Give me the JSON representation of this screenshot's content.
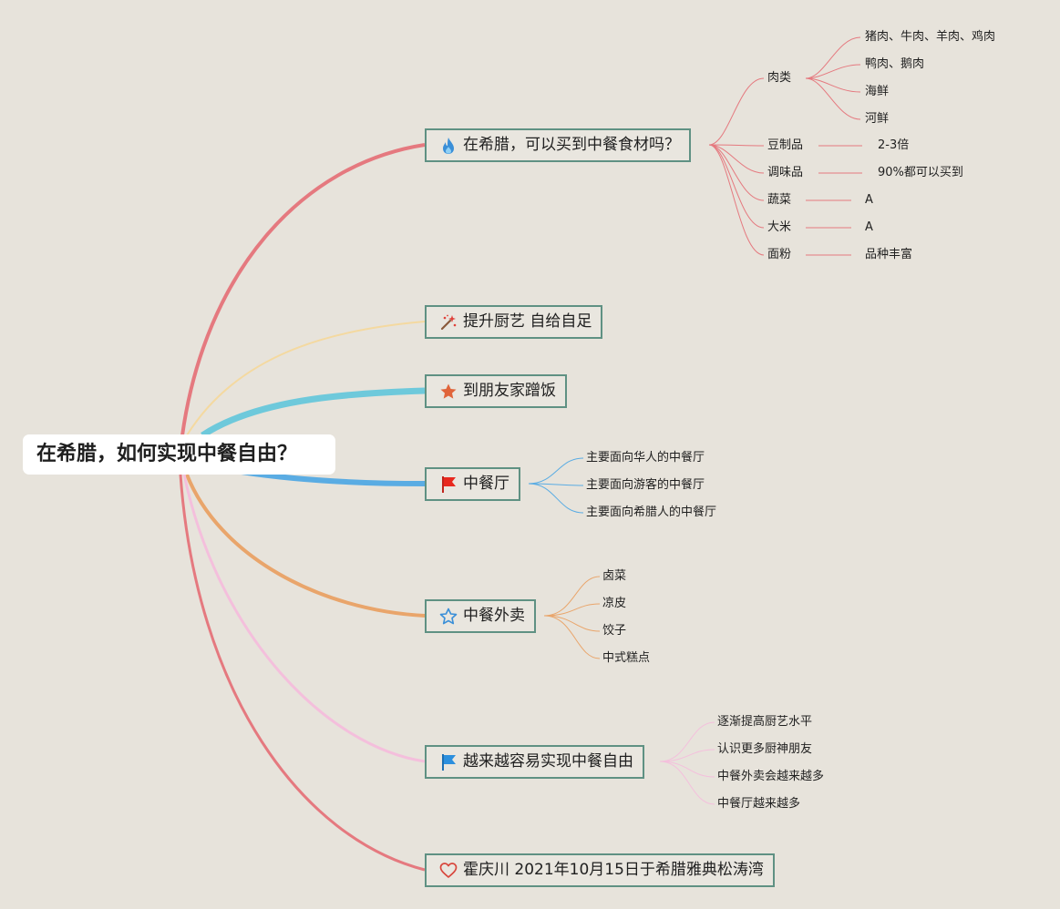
{
  "root": {
    "title": "在希腊，如何实现中餐自由？"
  },
  "branches": [
    {
      "label": "在希腊，可以买到中餐食材吗？",
      "icon": "fire-icon",
      "color": "#e5797f",
      "children": [
        {
          "label": "肉类",
          "children": [
            "猪肉、牛肉、羊肉、鸡肉",
            "鸭肉、鹅肉",
            "海鲜",
            "河鲜"
          ]
        },
        {
          "label": "豆制品",
          "children": [
            "2-3倍"
          ]
        },
        {
          "label": "调味品",
          "children": [
            "90%都可以买到"
          ]
        },
        {
          "label": "蔬菜",
          "children": [
            "A"
          ]
        },
        {
          "label": "大米",
          "children": [
            "A"
          ]
        },
        {
          "label": "面粉",
          "children": [
            "品种丰富"
          ]
        }
      ]
    },
    {
      "label": "提升厨艺 自给自足",
      "icon": "magic-wand-icon",
      "color": "#f4d9a0",
      "children": []
    },
    {
      "label": "到朋友家蹭饭",
      "icon": "star-filled-icon",
      "color": "#6ec9db",
      "children": []
    },
    {
      "label": "中餐厅",
      "icon": "red-flag-icon",
      "color": "#5aace3",
      "children": [
        {
          "label": "主要面向华人的中餐厅"
        },
        {
          "label": "主要面向游客的中餐厅"
        },
        {
          "label": "主要面向希腊人的中餐厅"
        }
      ]
    },
    {
      "label": "中餐外卖",
      "icon": "star-outline-icon",
      "color": "#e9a56b",
      "children": [
        {
          "label": "卤菜"
        },
        {
          "label": "凉皮"
        },
        {
          "label": "饺子"
        },
        {
          "label": "中式糕点"
        }
      ]
    },
    {
      "label": "越来越容易实现中餐自由",
      "icon": "blue-flag-icon",
      "color": "#f4bfdc",
      "children": [
        {
          "label": "逐渐提高厨艺水平"
        },
        {
          "label": "认识更多厨神朋友"
        },
        {
          "label": "中餐外卖会越来越多"
        },
        {
          "label": "中餐厅越来越多"
        }
      ]
    },
    {
      "label": "霍庆川 2021年10月15日于希腊雅典松涛湾",
      "icon": "heart-icon",
      "color": "#e5797f",
      "children": []
    }
  ]
}
